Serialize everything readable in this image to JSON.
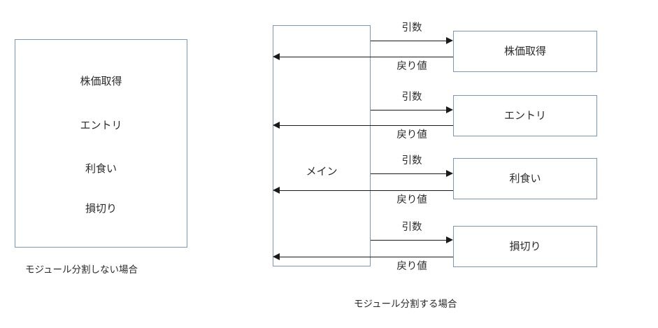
{
  "diagram": {
    "title_left": "モジュール分割しない場合",
    "title_right": "モジュール分割する場合",
    "border_color": "#7a96c8",
    "line_color": "#1a1a1a",
    "text_color": "#2b2b2b",
    "background_color": "#ffffff"
  },
  "monolithic": {
    "caption": "モジュール分割しない場合",
    "items": [
      {
        "label": "株価取得"
      },
      {
        "label": "エントリ"
      },
      {
        "label": "利食い"
      },
      {
        "label": "損切り"
      }
    ]
  },
  "modular": {
    "caption": "モジュール分割する場合",
    "main": {
      "label": "メイン"
    },
    "arrow_labels": {
      "forward": "引数",
      "backward": "戻り値"
    },
    "modules": [
      {
        "label": "株価取得",
        "call_label": "引数",
        "return_label": "戻り値"
      },
      {
        "label": "エントリ",
        "call_label": "引数",
        "return_label": "戻り値"
      },
      {
        "label": "利食い",
        "call_label": "引数",
        "return_label": "戻り値"
      },
      {
        "label": "損切り",
        "call_label": "引数",
        "return_label": "戻り値"
      }
    ]
  }
}
